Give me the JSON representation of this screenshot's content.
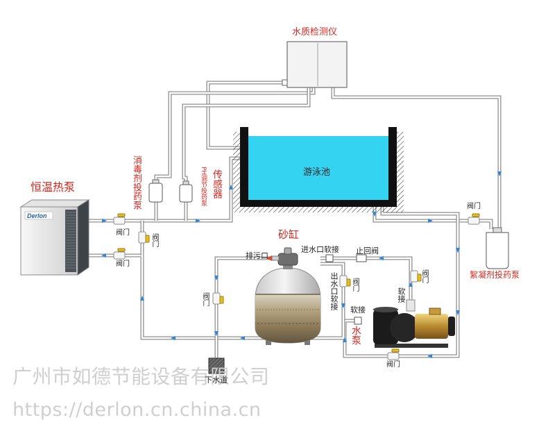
{
  "water_quality_analyzer": {
    "label": "水质检测仪"
  },
  "pool": {
    "label": "游泳池"
  },
  "heat_pump": {
    "label": "恒温热泵",
    "brand": "Derlon"
  },
  "dosing": {
    "disinfectant_pump": "消毒剂投药泵",
    "ph_pump": "PH调节投药泵",
    "sensor": "传感器",
    "flocculant_pump": "絮凝剂投药泵"
  },
  "sand_filter": {
    "label": "砂缸",
    "drain": "排污口",
    "inlet_hose": "进水口软接",
    "outlet_hose": "出水口软接"
  },
  "check_valve": {
    "label": "止回阀"
  },
  "water_pump": {
    "label": "水泵",
    "outlet_hose": "软接",
    "inlet_hose": "软接"
  },
  "sewer": {
    "label": "下水道"
  },
  "valves": [
    "阀门",
    "阀门",
    "阀门",
    "阀门",
    "阀门",
    "阀门",
    "阀门",
    "阀门"
  ],
  "watermark": {
    "company": "广州市如德节能设备有限公司",
    "url": "https://derlon.cn.china.cn"
  },
  "colors": {
    "label_red": "#d8261d",
    "pool_water": "#35d3f2",
    "flow_arrow": "#2f86d6",
    "pipe": "#8f8f8f",
    "valve_handle": "#e3bf24"
  }
}
